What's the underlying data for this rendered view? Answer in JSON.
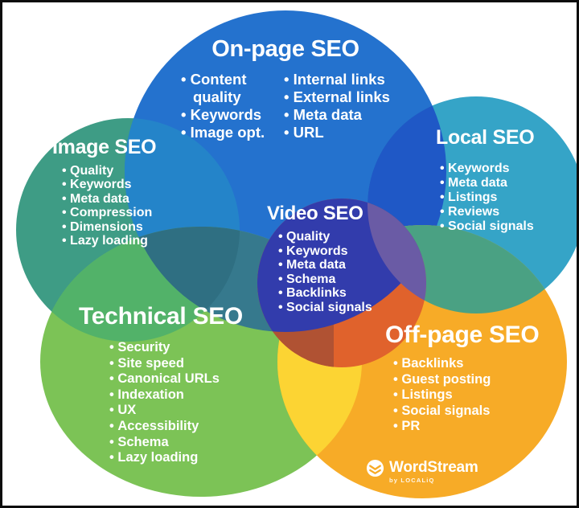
{
  "diagram": {
    "text_color": "#FFFFFF",
    "sets": {
      "onpage": {
        "title": "On-page SEO",
        "color": "#2472CE",
        "items_col1": [
          "Content quality",
          "Keywords",
          "Image opt."
        ],
        "items_col2": [
          "Internal links",
          "External links",
          "Meta data",
          "URL"
        ]
      },
      "image": {
        "title": "Image SEO",
        "color": "#3E9C85",
        "items": [
          "Quality",
          "Keywords",
          "Meta data",
          "Compression",
          "Dimensions",
          "Lazy loading"
        ]
      },
      "local": {
        "title": "Local SEO",
        "color": "#35A4C7",
        "items": [
          "Keywords",
          "Meta data",
          "Listings",
          "Reviews",
          "Social signals"
        ]
      },
      "video": {
        "title": "Video SEO",
        "color": "#E0622C",
        "items": [
          "Quality",
          "Keywords",
          "Meta data",
          "Schema",
          "Backlinks",
          "Social signals"
        ]
      },
      "technical": {
        "title": "Technical SEO",
        "color": "#7CC356",
        "items": [
          "Security",
          "Site speed",
          "Canonical URLs",
          "Indexation",
          "UX",
          "Accessibility",
          "Schema",
          "Lazy loading"
        ]
      },
      "offpage": {
        "title": "Off-page SEO",
        "color": "#F7AB27",
        "items": [
          "Backlinks",
          "Guest posting",
          "Listings",
          "Social signals",
          "PR"
        ]
      }
    },
    "overlaps": {
      "image_onpage": "#2484C9",
      "onpage_local": "#1F58C6",
      "image_technical": "#52B269",
      "onpage_technical": "#36798D",
      "image_onpage_technical": "#2F6F82",
      "technical_offpage": "#FCD433",
      "local_offpage": "#4AA183",
      "video_onpage": "#323CAC",
      "video_local": "#6A5BA5",
      "video_technical": "#B05233"
    }
  },
  "logo": {
    "name": "WordStream",
    "byline": "by LOCALiQ"
  }
}
